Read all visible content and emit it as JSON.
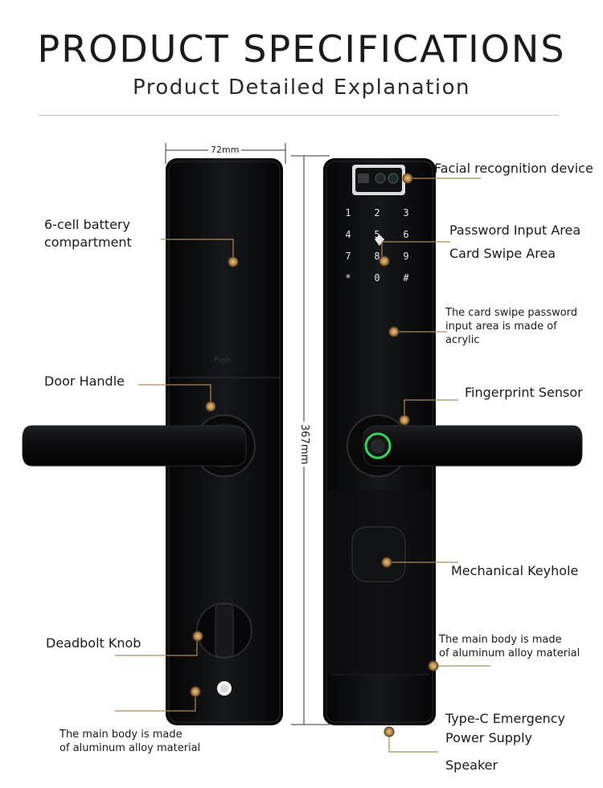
{
  "header": {
    "title": "PRODUCT SPECIFICATIONS",
    "subtitle": "Product Detailed Explanation"
  },
  "dimensions": {
    "width": "72mm",
    "height": "367mm"
  },
  "back_panel": {
    "push_label": "Push",
    "labels": {
      "battery": "6-cell battery\ncompartment",
      "handle": "Door Handle",
      "deadbolt": "Deadbolt Knob",
      "body_material": "The main body is made\nof aluminum alloy material"
    }
  },
  "front_panel": {
    "keypad": [
      "1",
      "2",
      "3",
      "4",
      "5",
      "6",
      "7",
      "8",
      "9",
      "*",
      "0",
      "#"
    ],
    "labels": {
      "facial": "Facial recognition device",
      "password": "Password Input Area",
      "card": "Card Swipe Area",
      "acrylic": "The card swipe password\ninput area is made of\nacrylic",
      "fingerprint": "Fingerprint Sensor",
      "keyhole": "Mechanical Keyhole",
      "body_material": "The main body is made\nof aluminum alloy material",
      "typec": "Type-C Emergency\nPower Supply",
      "speaker": "Speaker"
    }
  },
  "colors": {
    "body": "#0d0d0f",
    "leader": "#b08a55",
    "dot": "#c9a26b",
    "fingerprint_ring": "#37d35a"
  }
}
